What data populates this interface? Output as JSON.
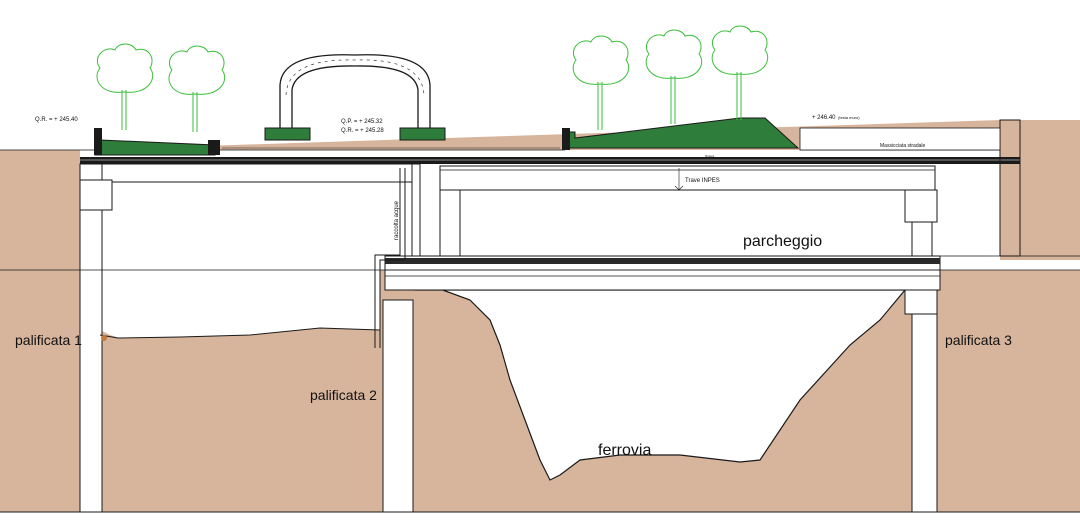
{
  "labels": {
    "palificata_1": "palificata 1",
    "palificata_2": "palificata 2",
    "palificata_3": "palificata 3",
    "parcheggio": "parcheggio",
    "ferrovia": "ferrovia",
    "trave": "Trave INPES",
    "raccolta": "raccolta acque",
    "qr_left": "Q.R. = + 245.40",
    "qp_center": "Q.P. = + 245.32",
    "qr_center": "Q.R. = + 245.28",
    "q_right": "+ 246.40",
    "q_right_note": "(testa muro)",
    "massicciata": "Massicciata stradale",
    "small_note": "finitura"
  },
  "colors": {
    "soil": "#d7b49c",
    "soil_dark": "#c9a58a",
    "vegetation": "#2f7d3a",
    "tree": "#3bbf3b",
    "line": "#1a1a1a"
  }
}
